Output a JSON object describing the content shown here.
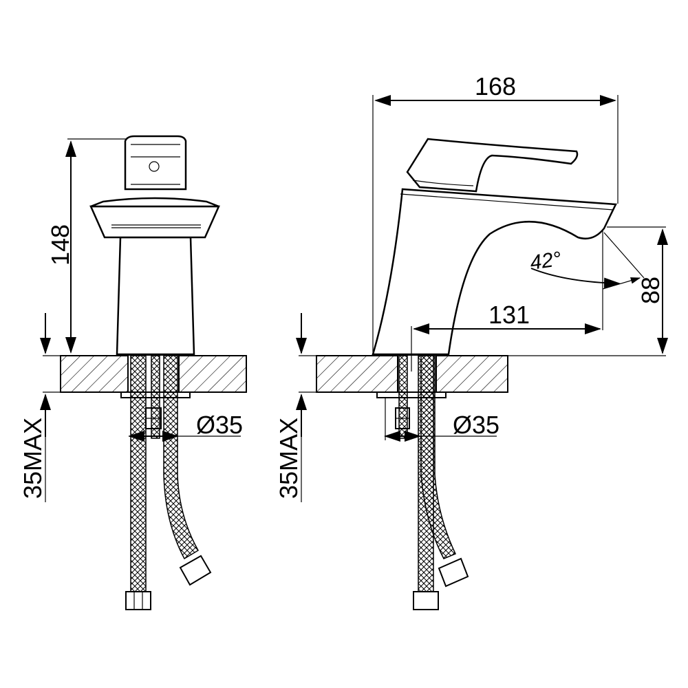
{
  "dimensions": {
    "total_height": "148",
    "total_length": "168",
    "spout_reach": "131",
    "spout_height": "88",
    "spout_angle": "42°",
    "hole_diameter_front": "Ø35",
    "hole_diameter_side": "Ø35",
    "max_thickness_front": "35MAX",
    "max_thickness_side": "35MAX"
  },
  "colors": {
    "line": "#000000",
    "background": "#ffffff"
  }
}
